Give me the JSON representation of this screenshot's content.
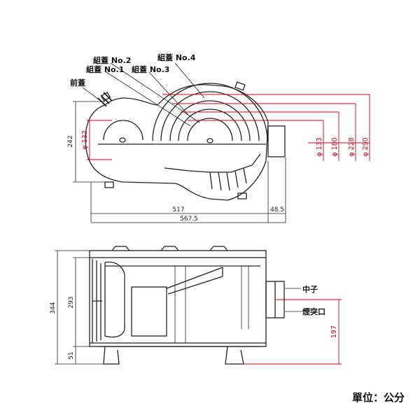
{
  "labels": {
    "lid_no2": "組蓋 No.2",
    "lid_no1": "組蓋 No.1",
    "lid_no3": "組蓋 No.3",
    "lid_no4": "組蓋 No.4",
    "front_lid": "前蓋",
    "middle": "中子",
    "chimney": "煙突口"
  },
  "dimensions": {
    "height_242": "242",
    "dia_133_left": "φ 133",
    "width_517": "517",
    "width_48_5": "48.5",
    "width_567_5": "567.5",
    "dia_133": "φ 133",
    "dia_180": "φ 180",
    "dia_228": "φ 228",
    "dia_290": "φ 290",
    "height_344": "344",
    "height_293": "293",
    "height_51": "51",
    "height_197": "197"
  },
  "unit_text": "單位：公分",
  "colors": {
    "dimension_red": "#d0001c",
    "line": "#222222"
  }
}
